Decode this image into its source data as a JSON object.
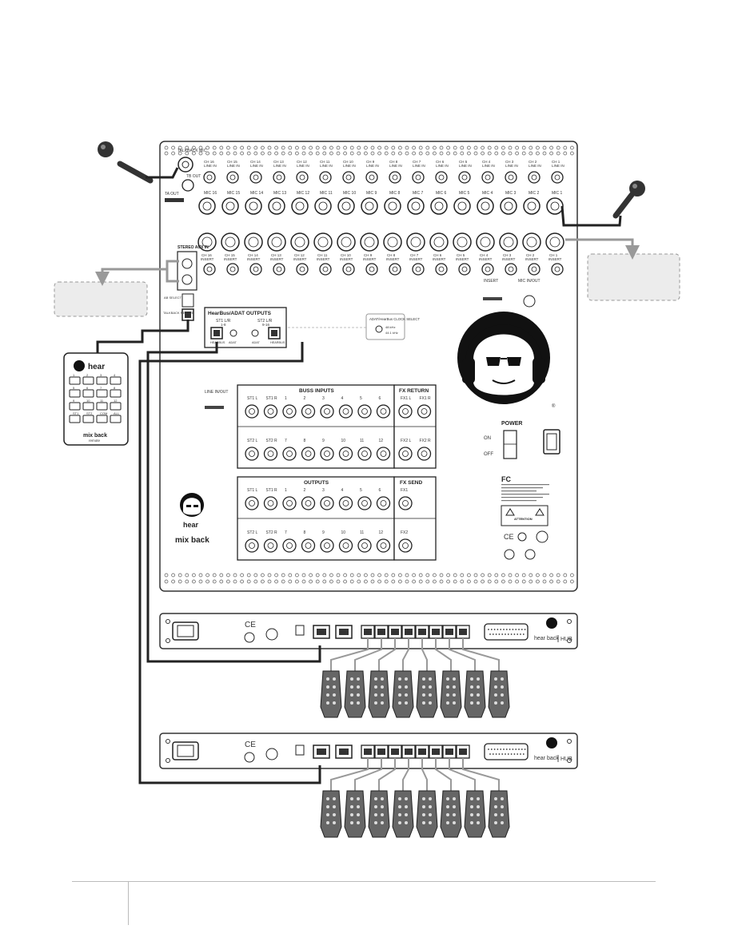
{
  "mixer": {
    "talkback_mic_label": "TALKBACK MIC",
    "tb_out_label": "TB OUT",
    "ta_out_label": "TA OUT",
    "stereo_aux_in_label": "STEREO AUX IN",
    "ab_select_label": "AB SELECT",
    "talkback_remote_label": "TALKBACK REMOTE",
    "channels": [
      "16",
      "15",
      "14",
      "13",
      "12",
      "11",
      "10",
      "9",
      "8",
      "7",
      "6",
      "5",
      "4",
      "3",
      "2",
      "1"
    ],
    "line_in_prefix": "CH",
    "line_in_suffix": "LINE IN",
    "mic_prefix": "MIC",
    "insert_suffix": "INSERT",
    "insert_legend": "INSERT",
    "mic_in_out_label": "MIC IN/OUT",
    "hearbus_title": "HearBus/ADAT OUTPUTS",
    "hearbus_ports": [
      {
        "top": "ST1 L/R",
        "sub": "1-8",
        "left": "HEARBUS",
        "right": "ADAT"
      },
      {
        "top": "ST2 L/R",
        "sub": "9-16",
        "left": "ADAT",
        "right": "HEARBUS"
      }
    ],
    "clock_select_title": "ADAT/HearBus CLOCK SELECT",
    "clock_select_options": [
      "48 kHz",
      "44.1 kHz"
    ],
    "line_in_out_label": "LINE IN/OUT",
    "buss_inputs_title": "BUSS INPUTS",
    "fx_return_title": "FX RETURN",
    "buss_row1": [
      "ST1 L",
      "ST1 R",
      "1",
      "2",
      "3",
      "4",
      "5",
      "6"
    ],
    "buss_row2": [
      "ST2 L",
      "ST2 R",
      "7",
      "8",
      "9",
      "10",
      "11",
      "12"
    ],
    "fx_return_row1": [
      "FX1 L",
      "FX1 R"
    ],
    "fx_return_row2": [
      "FX2 L",
      "FX2 R"
    ],
    "outputs_title": "OUTPUTS",
    "fx_send_title": "FX SEND",
    "out_row1": [
      "ST1 L",
      "ST1 R",
      "1",
      "2",
      "3",
      "4",
      "5",
      "6"
    ],
    "out_row2": [
      "ST2 L",
      "ST2 R",
      "7",
      "8",
      "9",
      "10",
      "11",
      "12"
    ],
    "fx_send_row1": [
      "FX1"
    ],
    "fx_send_row2": [
      "FX2"
    ],
    "power_label": "POWER",
    "power_on": "ON",
    "power_off": "OFF",
    "attention_label": "ATTENTION",
    "fcc_label": "FC",
    "brand_hear": "hear",
    "brand_mixback": "mix back"
  },
  "remote": {
    "brand": "hear",
    "footer": "mix back",
    "footer_sub": "remote",
    "keys": [
      "1",
      "2",
      "3",
      "4",
      "5",
      "6",
      "7",
      "8",
      "9",
      "10",
      "11",
      "12",
      "ST1",
      "ST2",
      "COM",
      "ALL"
    ]
  },
  "hubs": [
    {
      "brand": "hear back",
      "model": "HUB",
      "ce": "CE",
      "ports": 8
    },
    {
      "brand": "hear back",
      "model": "HUB",
      "ce": "CE",
      "ports": 8
    }
  ],
  "colors": {
    "line": "#222222",
    "gray_cable": "#999999",
    "callout_fill": "#ececec",
    "callout_border": "#999999"
  }
}
